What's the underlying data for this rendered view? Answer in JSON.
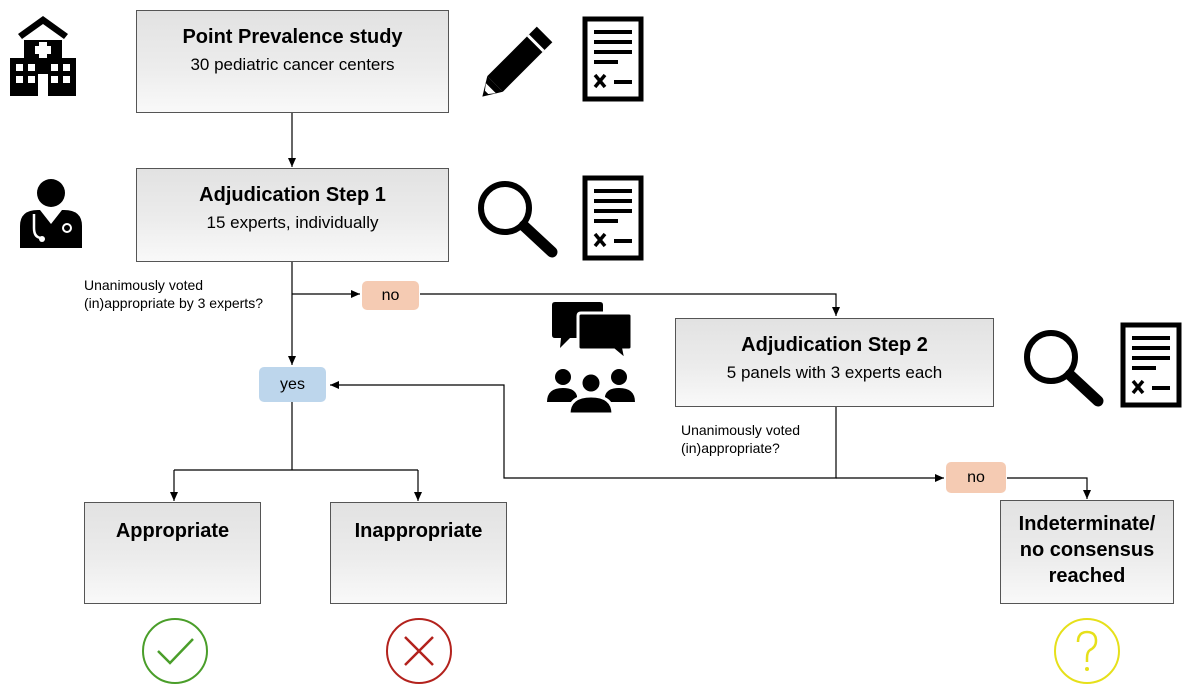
{
  "colors": {
    "no_fill": "#f5cbb3",
    "yes_fill": "#bdd6ec",
    "appropriate": "#4a9e2a",
    "inappropriate": "#b3221d",
    "indeterminate": "#e6e01a"
  },
  "boxes": {
    "point_prevalence": {
      "title": "Point Prevalence study",
      "subtitle": "30 pediatric cancer centers"
    },
    "adjudication_1": {
      "title": "Adjudication Step 1",
      "subtitle": "15 experts, individually"
    },
    "adjudication_2": {
      "title": "Adjudication Step 2",
      "subtitle": "5 panels with 3 experts each"
    },
    "appropriate": {
      "title": "Appropriate"
    },
    "inappropriate": {
      "title": "Inappropriate"
    },
    "indeterminate": {
      "lines": [
        "Indeterminate/",
        "no consensus",
        "reached"
      ]
    }
  },
  "questions": {
    "q1": [
      "Unanimously voted",
      "(in)appropriate by 3 experts?"
    ],
    "q2": [
      "Unanimously voted",
      "(in)appropriate?"
    ]
  },
  "labels": {
    "no_1": "no",
    "yes": "yes",
    "no_2": "no"
  },
  "icons": [
    "hospital-icon",
    "pencil-icon",
    "checklist-icon",
    "doctor-icon",
    "magnifier-icon",
    "chat-bubbles-icon",
    "group-icon",
    "check-circle-icon",
    "x-circle-icon",
    "question-circle-icon"
  ]
}
